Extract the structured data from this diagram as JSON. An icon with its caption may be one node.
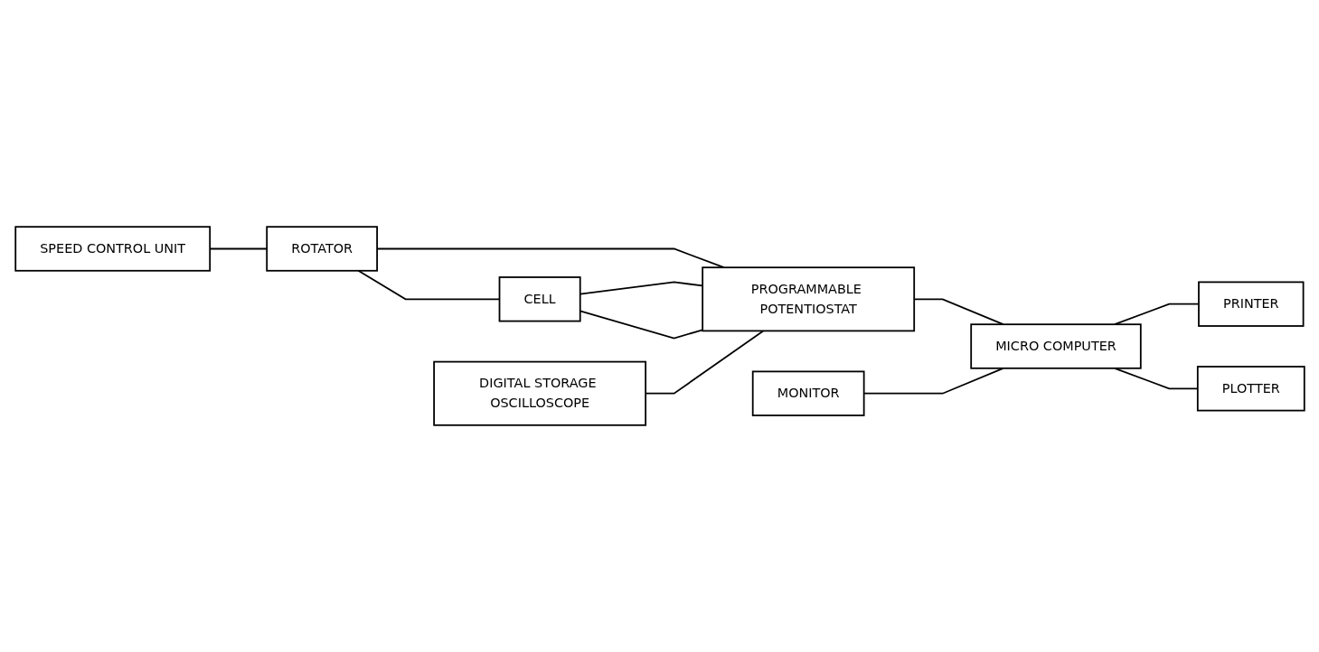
{
  "diagram": {
    "nodes": [
      {
        "text": [
          "SPEED CONTROL UNIT"
        ]
      },
      {
        "text": [
          "ROTATOR"
        ]
      },
      {
        "text": [
          "CELL"
        ]
      },
      {
        "text": [
          "DIGITAL STORAGE OSCILLOSCOPE"
        ]
      },
      {
        "text": [
          "PROGRAMMABLE POTENTIOSTAT"
        ]
      },
      {
        "text": [
          "MONITOR"
        ]
      },
      {
        "text": [
          "MICRO COMPUTER"
        ]
      },
      {
        "text": [
          "PRINTER"
        ]
      },
      {
        "text": [
          "PLOTTER"
        ]
      }
    ],
    "edges": [
      {
        "from": 0,
        "to": 1,
        "arrow": "none"
      },
      {
        "from": 1,
        "to": 2,
        "arrow": "none"
      },
      {
        "from": 1,
        "to": 4,
        "arrow": "none"
      },
      {
        "from": 2,
        "to": 4,
        "arrow": "none"
      },
      {
        "from": 2,
        "to": 4,
        "arrow": "none"
      },
      {
        "from": 3,
        "to": 4,
        "arrow": "none"
      },
      {
        "from": 4,
        "to": 6,
        "arrow": "none"
      },
      {
        "from": 5,
        "to": 6,
        "arrow": "none"
      },
      {
        "from": 6,
        "to": 7,
        "arrow": "none"
      },
      {
        "from": 6,
        "to": 8,
        "arrow": "none"
      }
    ]
  }
}
